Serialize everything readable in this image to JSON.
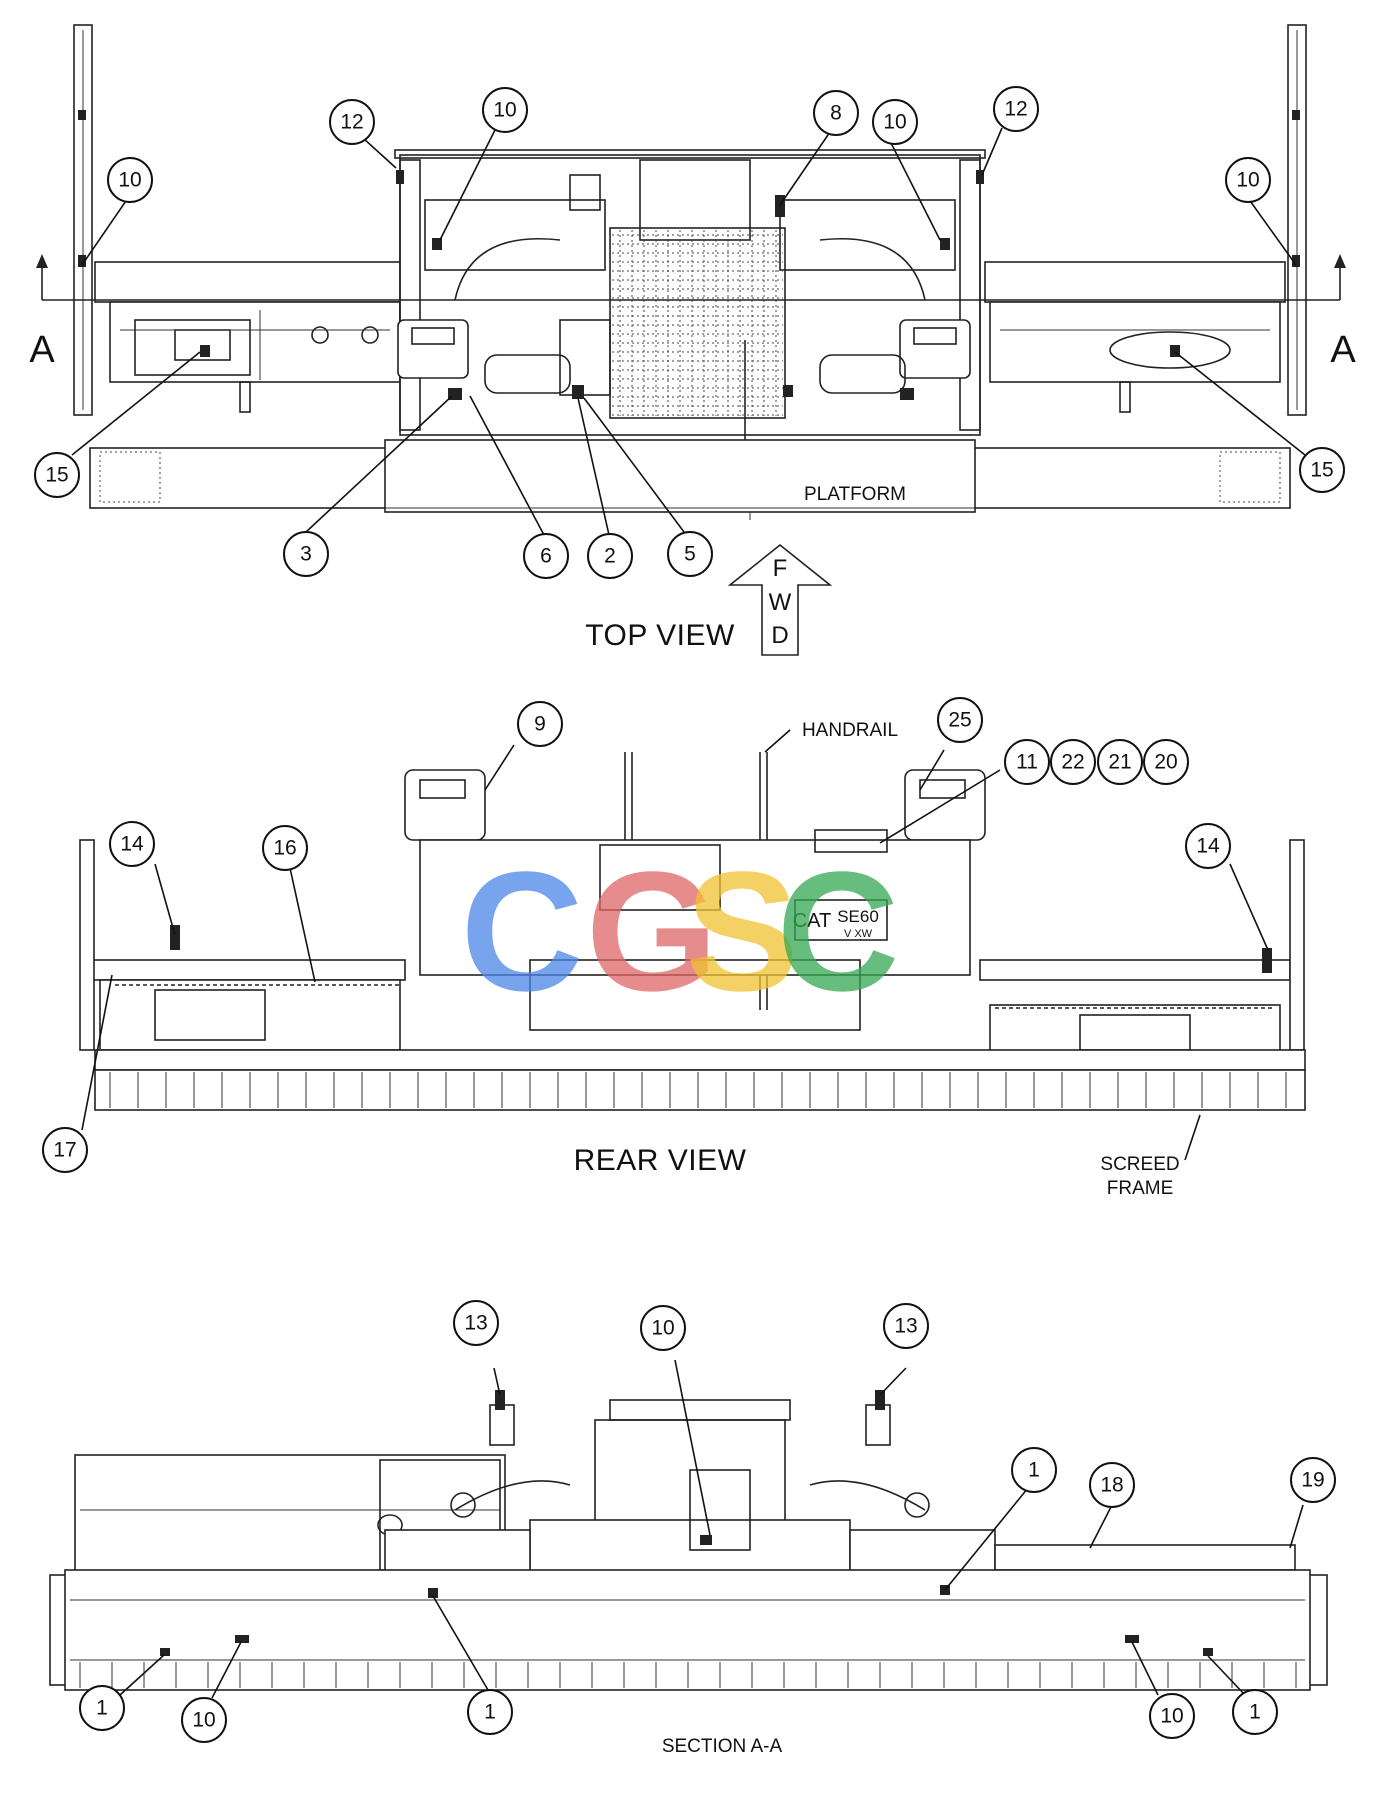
{
  "views": {
    "top": "TOP VIEW",
    "rear": "REAR VIEW",
    "section": "SECTION A-A"
  },
  "labels": {
    "platform": "PLATFORM",
    "handrail": "HANDRAIL",
    "screed_1": "SCREED",
    "screed_2": "FRAME",
    "section_marker": "A",
    "fwd": [
      "F",
      "W",
      "D"
    ]
  },
  "watermark": {
    "letters": [
      "C",
      "G",
      "S",
      "C"
    ],
    "colors": [
      "#4a86e8",
      "#e06666",
      "#f1c232",
      "#34a853"
    ]
  },
  "decal_text": {
    "cat": "CAT",
    "model_1": "SE60",
    "model_2": "V XW"
  },
  "callouts": {
    "top": [
      "12",
      "10",
      "8",
      "10",
      "12",
      "10",
      "10",
      "15",
      "15",
      "3",
      "6",
      "2",
      "5"
    ],
    "rear": [
      "9",
      "25",
      "11",
      "22",
      "21",
      "20",
      "14",
      "16",
      "14",
      "17"
    ],
    "section": [
      "13",
      "10",
      "13",
      "1",
      "18",
      "19",
      "1",
      "10",
      "1",
      "10",
      "1"
    ]
  }
}
